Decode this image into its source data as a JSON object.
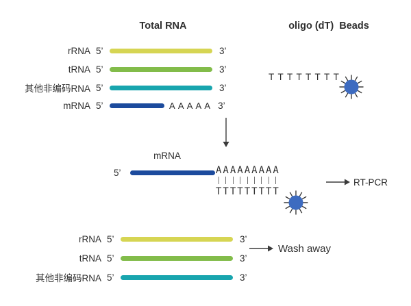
{
  "colors": {
    "rrna": "#d6d553",
    "trna": "#82bc4a",
    "ncrna": "#18a5ae",
    "mrna": "#1c4b9d",
    "bead": "#3d6bc0"
  },
  "headers": {
    "total_rna": "Total RNA",
    "oligo_beads": "oligo (dT)  Beads"
  },
  "top_section": {
    "rows": [
      {
        "label": "rRNA",
        "p5": "5’",
        "p3": "3’"
      },
      {
        "label": "tRNA",
        "p5": "5’",
        "p3": "3’"
      },
      {
        "label": "其他非编码RNA",
        "p5": "5’",
        "p3": "3’"
      },
      {
        "label": "mRNA",
        "p5": "5’",
        "polya": "A A A A A",
        "p3": "3’"
      }
    ],
    "t_sequence": "T T T T T T T T"
  },
  "middle_section": {
    "label": "mRNA",
    "p5": "5’",
    "a_tail": "AAAAAAAAA",
    "t_tail": "TTTTTTTTT",
    "rtpcr_label": "RT-PCR"
  },
  "bottom_section": {
    "rows": [
      {
        "label": "rRNA",
        "p5": "5’",
        "p3": "3’"
      },
      {
        "label": "tRNA",
        "p5": "5’",
        "p3": "3’"
      },
      {
        "label": "其他非编码RNA",
        "p5": "5’",
        "p3": "3’"
      }
    ],
    "wash_label": "Wash away"
  }
}
